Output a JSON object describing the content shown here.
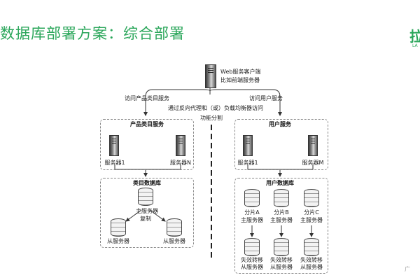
{
  "title": "数据库部署方案：综合部署",
  "logo_char": "拉",
  "logo_sub": "LA",
  "watermark": "广",
  "web_client": {
    "line1": "Web服务客户端",
    "line2": "比如前端服务器"
  },
  "edges": {
    "left": "访问产品类目服务",
    "right": "访问用户服务",
    "proxy": "通过反向代理和（或）负载均衡器访问",
    "split": "功能分割"
  },
  "product_service": {
    "title": "产品类目服务",
    "server1": "服务器1",
    "serverN": "服务器N",
    "db_title": "类目数据库",
    "master": "主服务器",
    "replicate": "复制",
    "slave1": "从服务器",
    "slave2": "从服务器"
  },
  "user_service": {
    "title": "用户服务",
    "server1": "服务器1",
    "serverM": "服务器M",
    "db_title": "用户数据库",
    "shards": [
      {
        "name": "分片A",
        "role": "主服务器"
      },
      {
        "name": "分片B",
        "role": "主服务器"
      },
      {
        "name": "分片C",
        "role": "主服务器"
      }
    ],
    "failover": [
      {
        "line1": "失效转移",
        "line2": "从服务器"
      },
      {
        "line1": "失效转移",
        "line2": "从服务器"
      },
      {
        "line1": "失效转移",
        "line2": "从服务器"
      }
    ]
  }
}
